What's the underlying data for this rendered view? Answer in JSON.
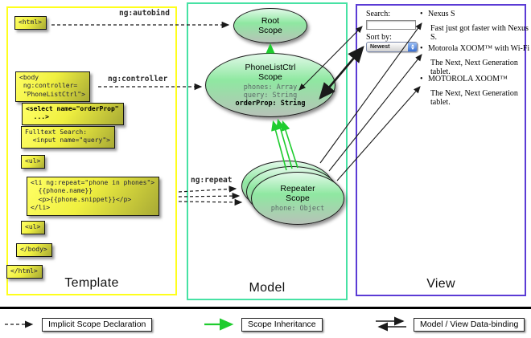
{
  "template_column": {
    "label": "Template",
    "boxes": {
      "html_open": "<html>",
      "body_open": "<body\n ng:controller=\n \"PhoneListCtrl\">",
      "select": "<select name=\"orderProp\"\n  ...>",
      "fulltext": "Fulltext Search:\n  <input name=\"query\">",
      "ul_open": "<ul>",
      "li_repeat": "<li ng:repeat=\"phone in phones\">\n  {{phone.name}}\n  <p>{{phone.snippet}}</p>\n</li>",
      "ul_close": "<ul>",
      "body_close": "</body>",
      "html_close": "</html>"
    }
  },
  "model_column": {
    "label": "Model",
    "root_scope": {
      "title": "Root\nScope"
    },
    "phonelist_scope": {
      "title": "PhoneListCtrl\nScope",
      "props": "phones: Array\nquery: String",
      "bold_prop": "orderProp: String"
    },
    "repeater_scope": {
      "title": "Repeater\nScope",
      "prop": "phone: Object"
    }
  },
  "view_column": {
    "label": "View",
    "search_label": "Search:",
    "sort_label": "Sort by:",
    "sort_value": "Newest",
    "items": [
      {
        "bullet": "•",
        "title": "Nexus S",
        "desc": "Fast just got faster with Nexus S."
      },
      {
        "bullet": "•",
        "title": "Motorola XOOM™  with Wi-Fi",
        "desc": "The Next, Next Generation tablet."
      },
      {
        "bullet": "•",
        "title": "MOTOROLA XOOM™",
        "desc": "The Next, Next Generation tablet."
      }
    ]
  },
  "connector_labels": {
    "autobind": "ng:autobind",
    "controller": "ng:controller",
    "repeat": "ng:repeat"
  },
  "legend": {
    "implicit": "Implicit Scope Declaration",
    "inheritance": "Scope Inheritance",
    "databinding": "Model / View Data-binding"
  },
  "colors": {
    "template_border": "#ffff1c",
    "model_border": "#47e2a4",
    "view_border": "#5b3bd5",
    "inheritance_green": "#1ecc2e",
    "arrow_black": "#1a1a1a"
  }
}
